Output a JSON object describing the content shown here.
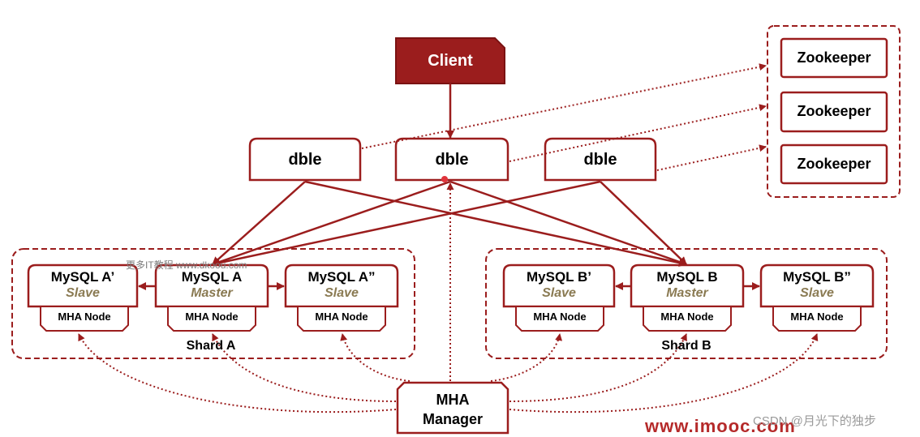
{
  "colors": {
    "accent": "#9b1d1d",
    "client_fill": "#9b1d1d",
    "role_text": "#8a7a52"
  },
  "client": {
    "label": "Client"
  },
  "dble": [
    {
      "label": "dble"
    },
    {
      "label": "dble"
    },
    {
      "label": "dble"
    }
  ],
  "zookeeper": [
    {
      "label": "Zookeeper"
    },
    {
      "label": "Zookeeper"
    },
    {
      "label": "Zookeeper"
    }
  ],
  "shard_a": {
    "label": "Shard A",
    "nodes": [
      {
        "name": "MySQL A’",
        "role": "Slave",
        "mha": "MHA Node"
      },
      {
        "name": "MySQL A",
        "role": "Master",
        "mha": "MHA Node"
      },
      {
        "name": "MySQL A”",
        "role": "Slave",
        "mha": "MHA Node"
      }
    ]
  },
  "shard_b": {
    "label": "Shard B",
    "nodes": [
      {
        "name": "MySQL B’",
        "role": "Slave",
        "mha": "MHA Node"
      },
      {
        "name": "MySQL B",
        "role": "Master",
        "mha": "MHA Node"
      },
      {
        "name": "MySQL B”",
        "role": "Slave",
        "mha": "MHA Node"
      }
    ]
  },
  "manager": {
    "line1": "MHA",
    "line2": "Manager"
  },
  "watermarks": {
    "top": "更多IT教程 www.dkoou.com",
    "csdn": "CSDN @月光下的独步",
    "imooc": "www.imooc.com"
  }
}
